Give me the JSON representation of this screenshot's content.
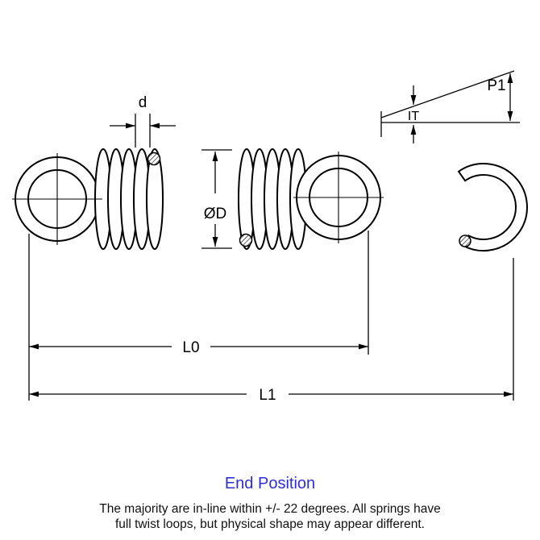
{
  "labels": {
    "wire_diameter": "d",
    "outer_diameter": "ØD",
    "free_length_l0": "L0",
    "overall_length_l1": "L1",
    "initial_tension_load_p1": "P1",
    "initial_tension_it": "IT"
  },
  "footer": {
    "end_position": "End Position",
    "accent_color": "#2e2ed6",
    "note_line1": "The majority are in-line within +/- 22 degrees. All springs have",
    "note_line2": "full twist loops, but physical shape may appear different."
  },
  "colors": {
    "line": "#000000",
    "background": "#ffffff"
  }
}
